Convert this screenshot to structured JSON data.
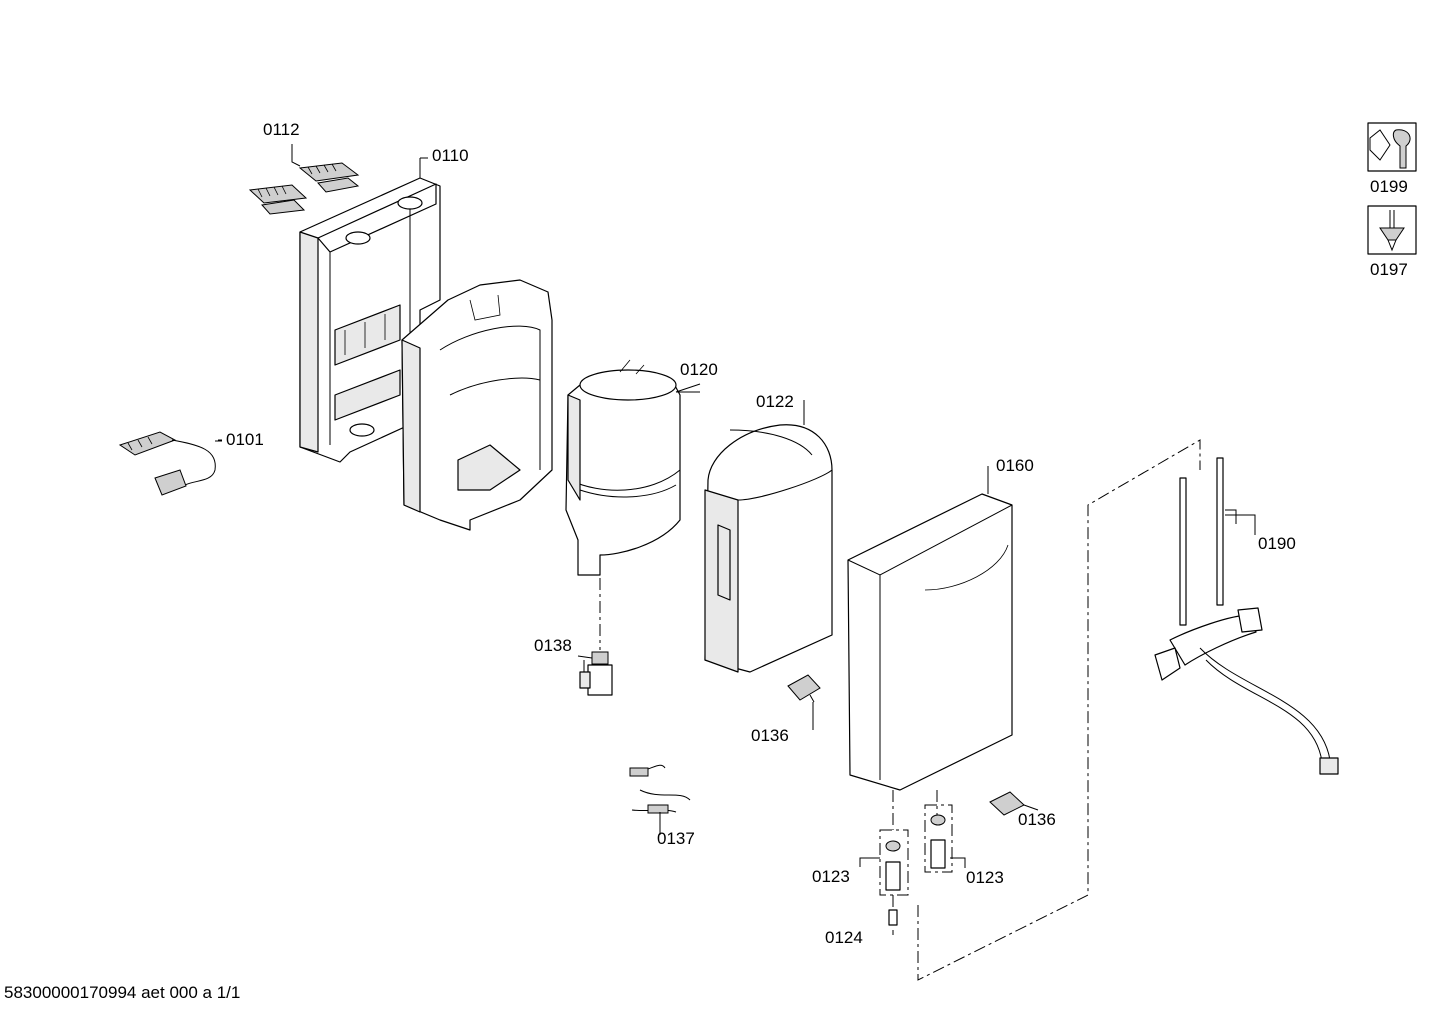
{
  "parts": {
    "p0112": "0112",
    "p0110": "0110",
    "p0101": "0101",
    "p0120": "0120",
    "p0122": "0122",
    "p0160": "0160",
    "p0190": "0190",
    "p0138": "0138",
    "p0136a": "0136",
    "p0136b": "0136",
    "p0137": "0137",
    "p0123a": "0123",
    "p0123b": "0123",
    "p0124": "0124",
    "p0199": "0199",
    "p0197": "0197"
  },
  "footer": "58300000170994 aet 000 a 1/1"
}
